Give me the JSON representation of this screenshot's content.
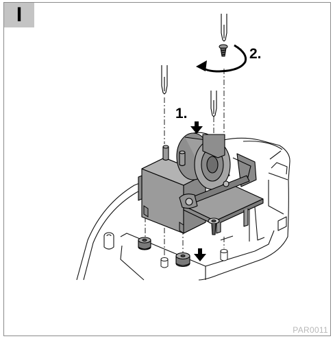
{
  "panel": {
    "label": "I"
  },
  "steps": {
    "first": "1.",
    "second": "2."
  },
  "figure": {
    "code": "PAR0011"
  },
  "colors": {
    "part_fill": "#9b9b9b",
    "part_dark": "#6e6e6e",
    "outline": "#000000",
    "label_bg": "#c4c4c4",
    "code_text": "#b8b8b8"
  }
}
